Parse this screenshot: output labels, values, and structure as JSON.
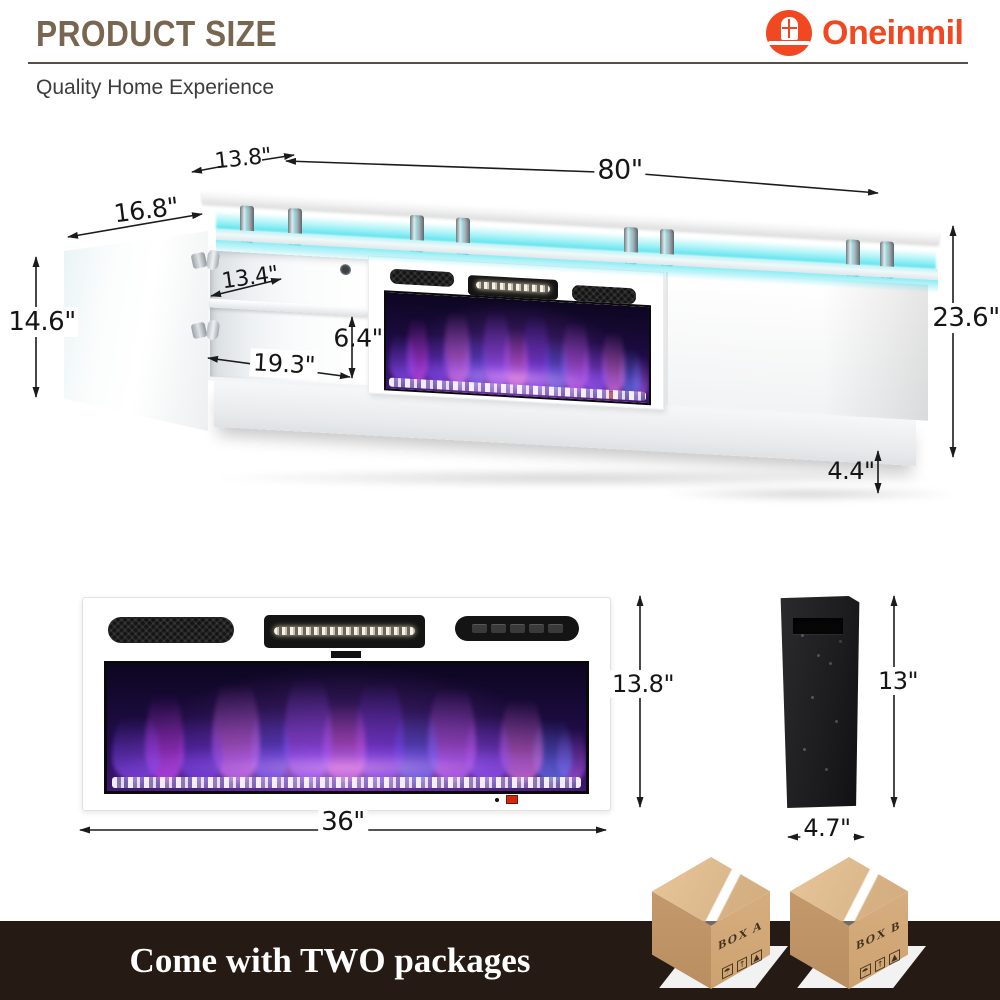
{
  "header": {
    "title": "PRODUCT SIZE",
    "subtitle": "Quality Home Experience"
  },
  "brand": {
    "name": "Oneinmil",
    "logo_icon": "house-in-circle",
    "color": "#f24822"
  },
  "colors": {
    "accent_orange": "#f24822",
    "title_brown": "#796650",
    "led_cyan": "#5fe0ea",
    "flame_purple": "#a855f7",
    "banner_bg": "#251a14",
    "box_tan": "#d7b084"
  },
  "tv_stand_dimensions": {
    "top_shelf_depth": "13.8\"",
    "overall_width": "80\"",
    "door_width": "16.8\"",
    "door_height": "14.6\"",
    "inner_shelf_depth": "13.4\"",
    "open_compartment_height": "6.4\"",
    "cabinet_section_width": "19.3\"",
    "overall_height": "23.6\"",
    "base_height": "4.4\""
  },
  "fireplace_front": {
    "height": "13.8\"",
    "width": "36\""
  },
  "fireplace_side": {
    "height": "13\"",
    "depth": "4.7\""
  },
  "packages": {
    "banner_text": "Come with TWO packages",
    "box_a_label": "BOX A",
    "box_b_label": "BOX B",
    "shipping_icons": [
      "☂",
      "↑",
      "▲"
    ]
  }
}
